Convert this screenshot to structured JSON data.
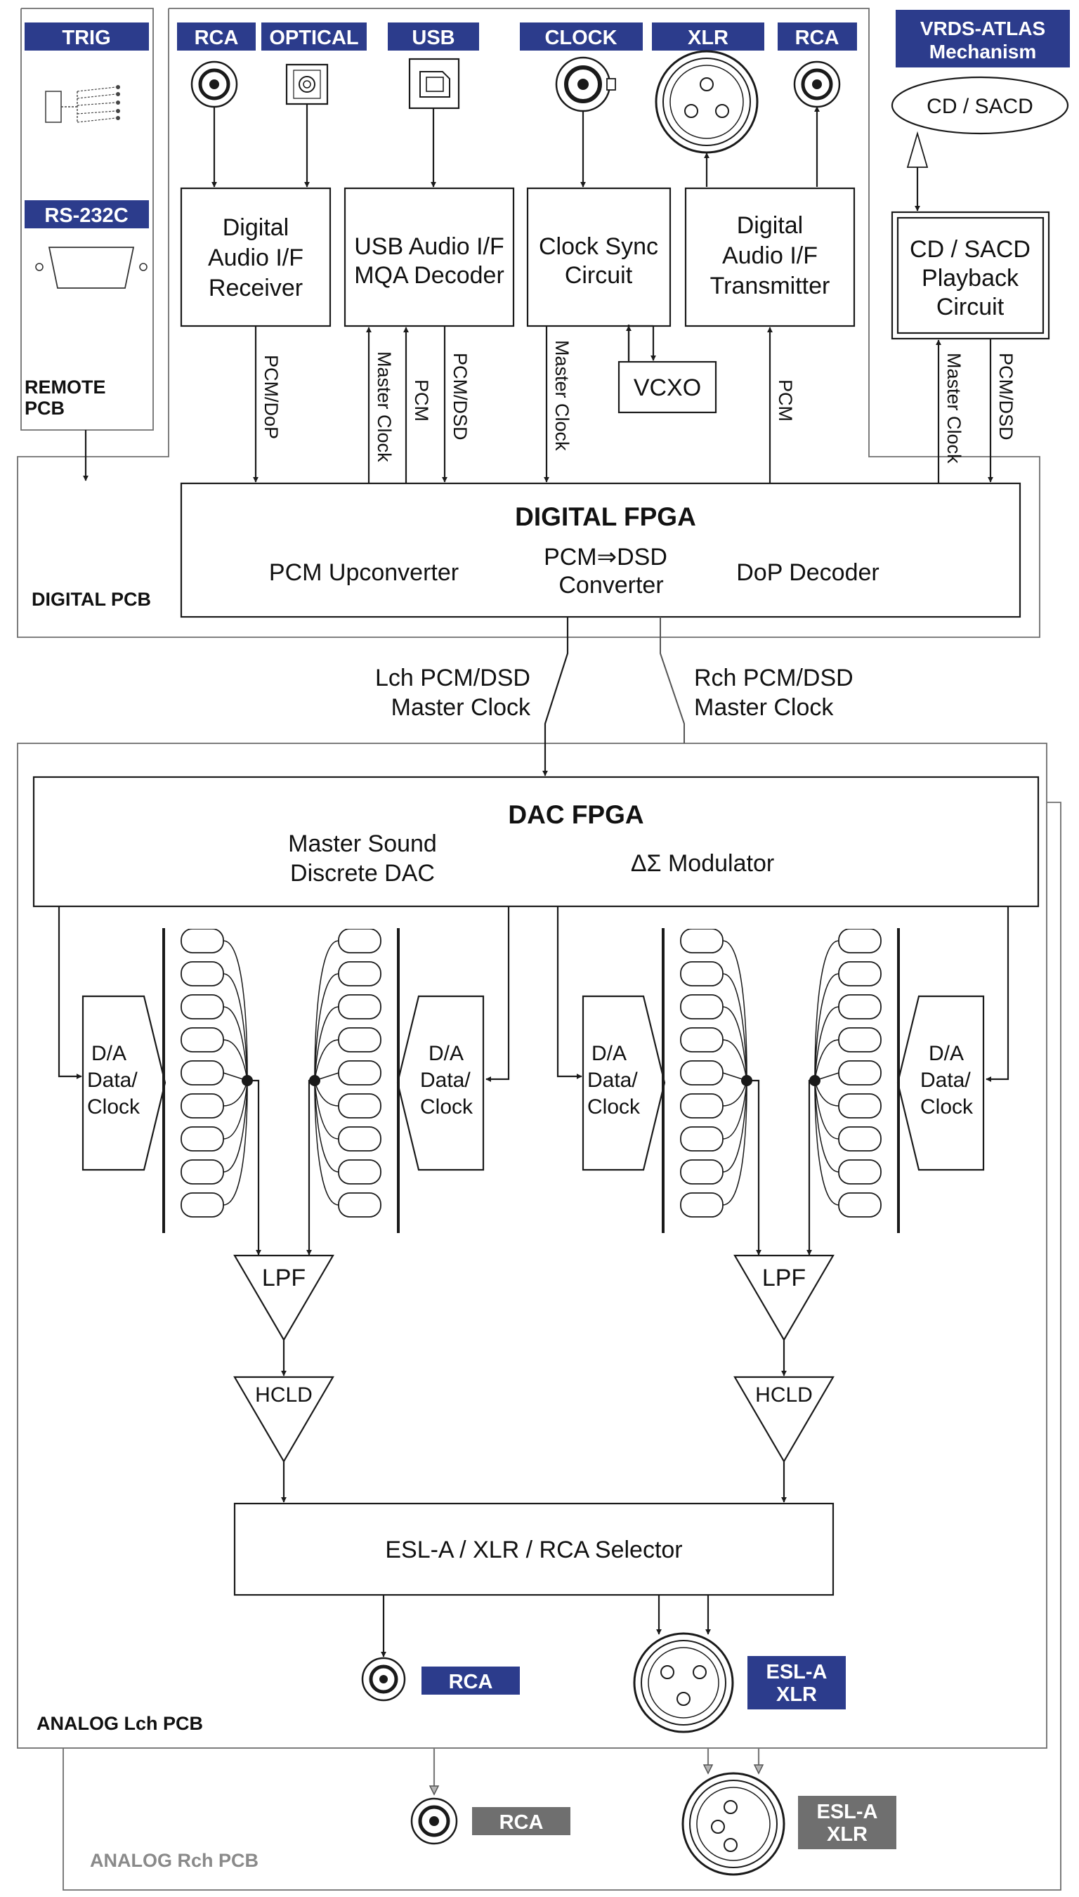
{
  "pcbs": {
    "remote": "REMOTE\nPCB",
    "digital": "DIGITAL PCB",
    "analog_l": "ANALOG Lch PCB",
    "analog_r": "ANALOG Rch PCB"
  },
  "badges": {
    "trig": "TRIG",
    "rs232c": "RS-232C",
    "rca_in": "RCA",
    "optical": "OPTICAL",
    "usb": "USB",
    "clock": "CLOCK",
    "xlr": "XLR",
    "rca_out": "RCA",
    "vrds": "VRDS-ATLAS\nMechanism",
    "rca_l": "RCA",
    "esl_xlr_l": "ESL-A\nXLR",
    "rca_r": "RCA",
    "esl_xlr_r": "ESL-A\nXLR"
  },
  "blocks": {
    "dai_rx": "Digital\nAudio I/F\nReceiver",
    "usb_if": "USB Audio I/F\nMQA Decoder",
    "clock_sync": "Clock Sync\nCircuit",
    "dai_tx": "Digital\nAudio I/F\nTransmitter",
    "vcxo": "VCXO",
    "cd_sacd_disc": "CD / SACD",
    "cd_playback": "CD / SACD\nPlayback\nCircuit",
    "digital_fpga_title": "DIGITAL FPGA",
    "pcm_upconverter": "PCM Upconverter",
    "pcm_dsd_converter": "PCM⇒DSD\nConverter",
    "dop_decoder": "DoP Decoder",
    "dac_fpga_title": "DAC FPGA",
    "master_sound_dac": "Master Sound\nDiscrete DAC",
    "delta_sigma": "ΔΣ Modulator",
    "da_data_clock": "D/A\nData/\nClock",
    "lpf": "LPF",
    "hcld": "HCLD",
    "selector": "ESL-A / XLR / RCA Selector"
  },
  "signals": {
    "pcm_dop": "PCM/DoP",
    "master_clock": "Master Clock",
    "pcm": "PCM",
    "pcm_dsd": "PCM/DSD",
    "lch_bus": "Lch PCM/DSD\nMaster Clock",
    "rch_bus": "Rch PCM/DSD\nMaster Clock"
  }
}
